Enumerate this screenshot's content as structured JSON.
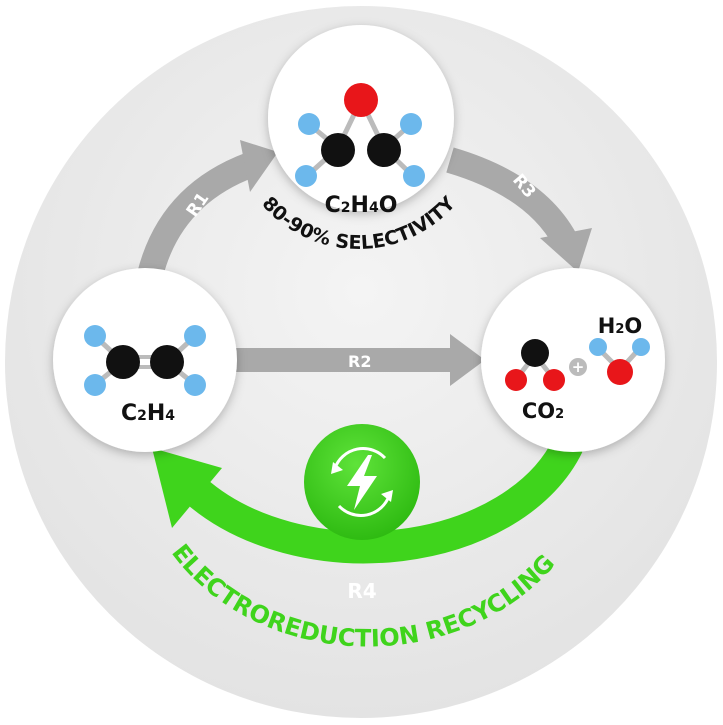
{
  "molecules": {
    "ethylene_oxide": {
      "formula_main": "C",
      "sub1": "2",
      "mid": "H",
      "sub2": "4",
      "end": "O"
    },
    "ethylene": {
      "formula_main": "C",
      "sub1": "2",
      "mid": "H",
      "sub2": "4"
    },
    "co2": {
      "main": "CO",
      "sub": "2"
    },
    "h2o": {
      "main": "H",
      "sub": "2",
      "end": "O"
    }
  },
  "reactions": {
    "r1": "R1",
    "r2": "R2",
    "r3": "R3",
    "r4": "R4"
  },
  "selectivity_label": "80-90% SELECTIVITY",
  "recycling_label": "ELECTROREDUCTION RECYCLING",
  "plus": "+",
  "icons": {
    "recycle": "lightning-recycle-icon"
  },
  "colors": {
    "background": "#ececec",
    "green": "#3fd41c",
    "arrow_gray": "#aaaaaa",
    "carbon": "#111111",
    "hydrogen": "#6cb8ec",
    "oxygen": "#e8161a"
  }
}
